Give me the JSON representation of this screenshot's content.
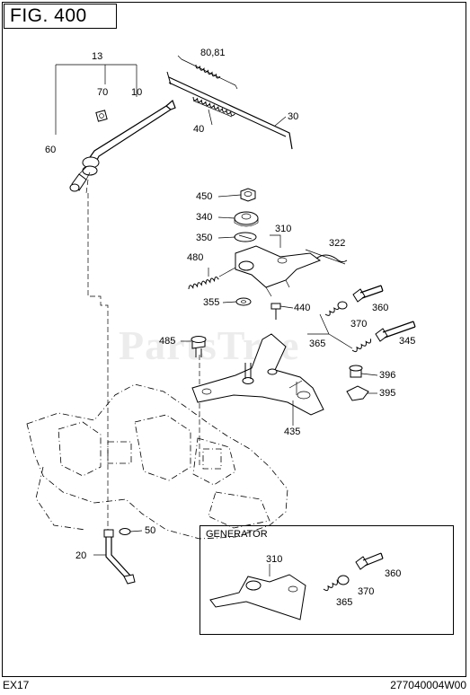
{
  "figure": {
    "title": "FIG. 400",
    "footer_left": "EX17",
    "footer_right": "277040004W00",
    "watermark": "PartsTree"
  },
  "generator_box": {
    "title": "GENERATOR"
  },
  "callouts": {
    "c13": "13",
    "c70": "70",
    "c10": "10",
    "c60": "60",
    "c8081": "80,81",
    "c30": "30",
    "c40": "40",
    "c450": "450",
    "c340": "340",
    "c350": "350",
    "c310": "310",
    "c322": "322",
    "c480": "480",
    "c355": "355",
    "c440": "440",
    "c360": "360",
    "c370": "370",
    "c485": "485",
    "c365": "365",
    "c345": "345",
    "c396": "396",
    "c395": "395",
    "c435": "435",
    "c50": "50",
    "c20": "20",
    "g310": "310",
    "g360": "360",
    "g370": "370",
    "g365": "365"
  }
}
